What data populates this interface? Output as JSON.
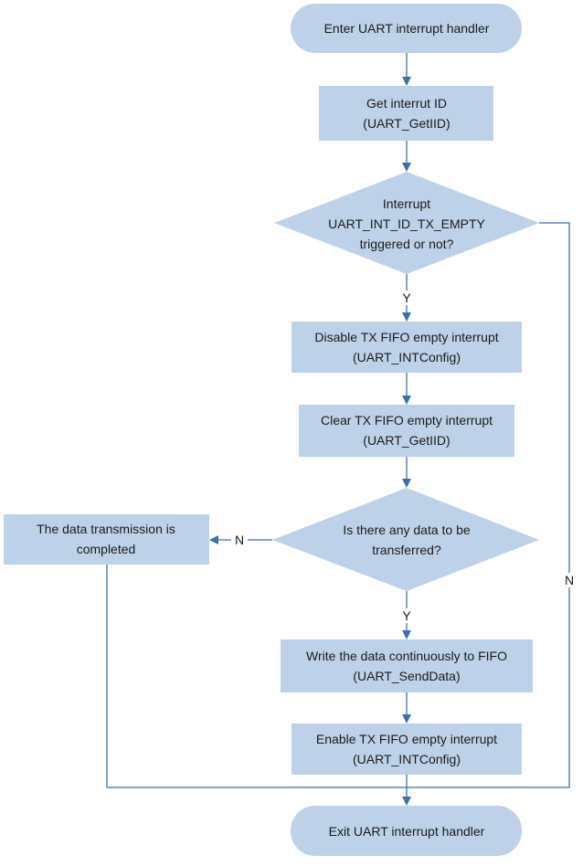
{
  "nodes": {
    "start": [
      "Enter UART interrupt handler"
    ],
    "get_id": [
      "Get interrut ID",
      "(UART_GetIID)"
    ],
    "decision_tx_empty": [
      "Interrupt",
      "UART_INT_ID_TX_EMPTY",
      "triggered or not?"
    ],
    "disable_int": [
      "Disable TX FIFO empty interrupt",
      "(UART_INTConfig)"
    ],
    "clear_int": [
      "Clear TX FIFO empty interrupt",
      "(UART_GetIID)"
    ],
    "decision_data": [
      "Is there any data to be",
      "transferred?"
    ],
    "completed": [
      "The data transmission is",
      "completed"
    ],
    "write_data": [
      "Write the data continuously to FIFO",
      "(UART_SendData)"
    ],
    "enable_int": [
      "Enable TX FIFO empty interrupt",
      "(UART_INTConfig)"
    ],
    "end": [
      "Exit UART interrupt handler"
    ]
  },
  "edge_labels": {
    "tx_empty_yes": "Y",
    "tx_empty_no": "N",
    "data_yes": "Y",
    "data_no": "N"
  }
}
